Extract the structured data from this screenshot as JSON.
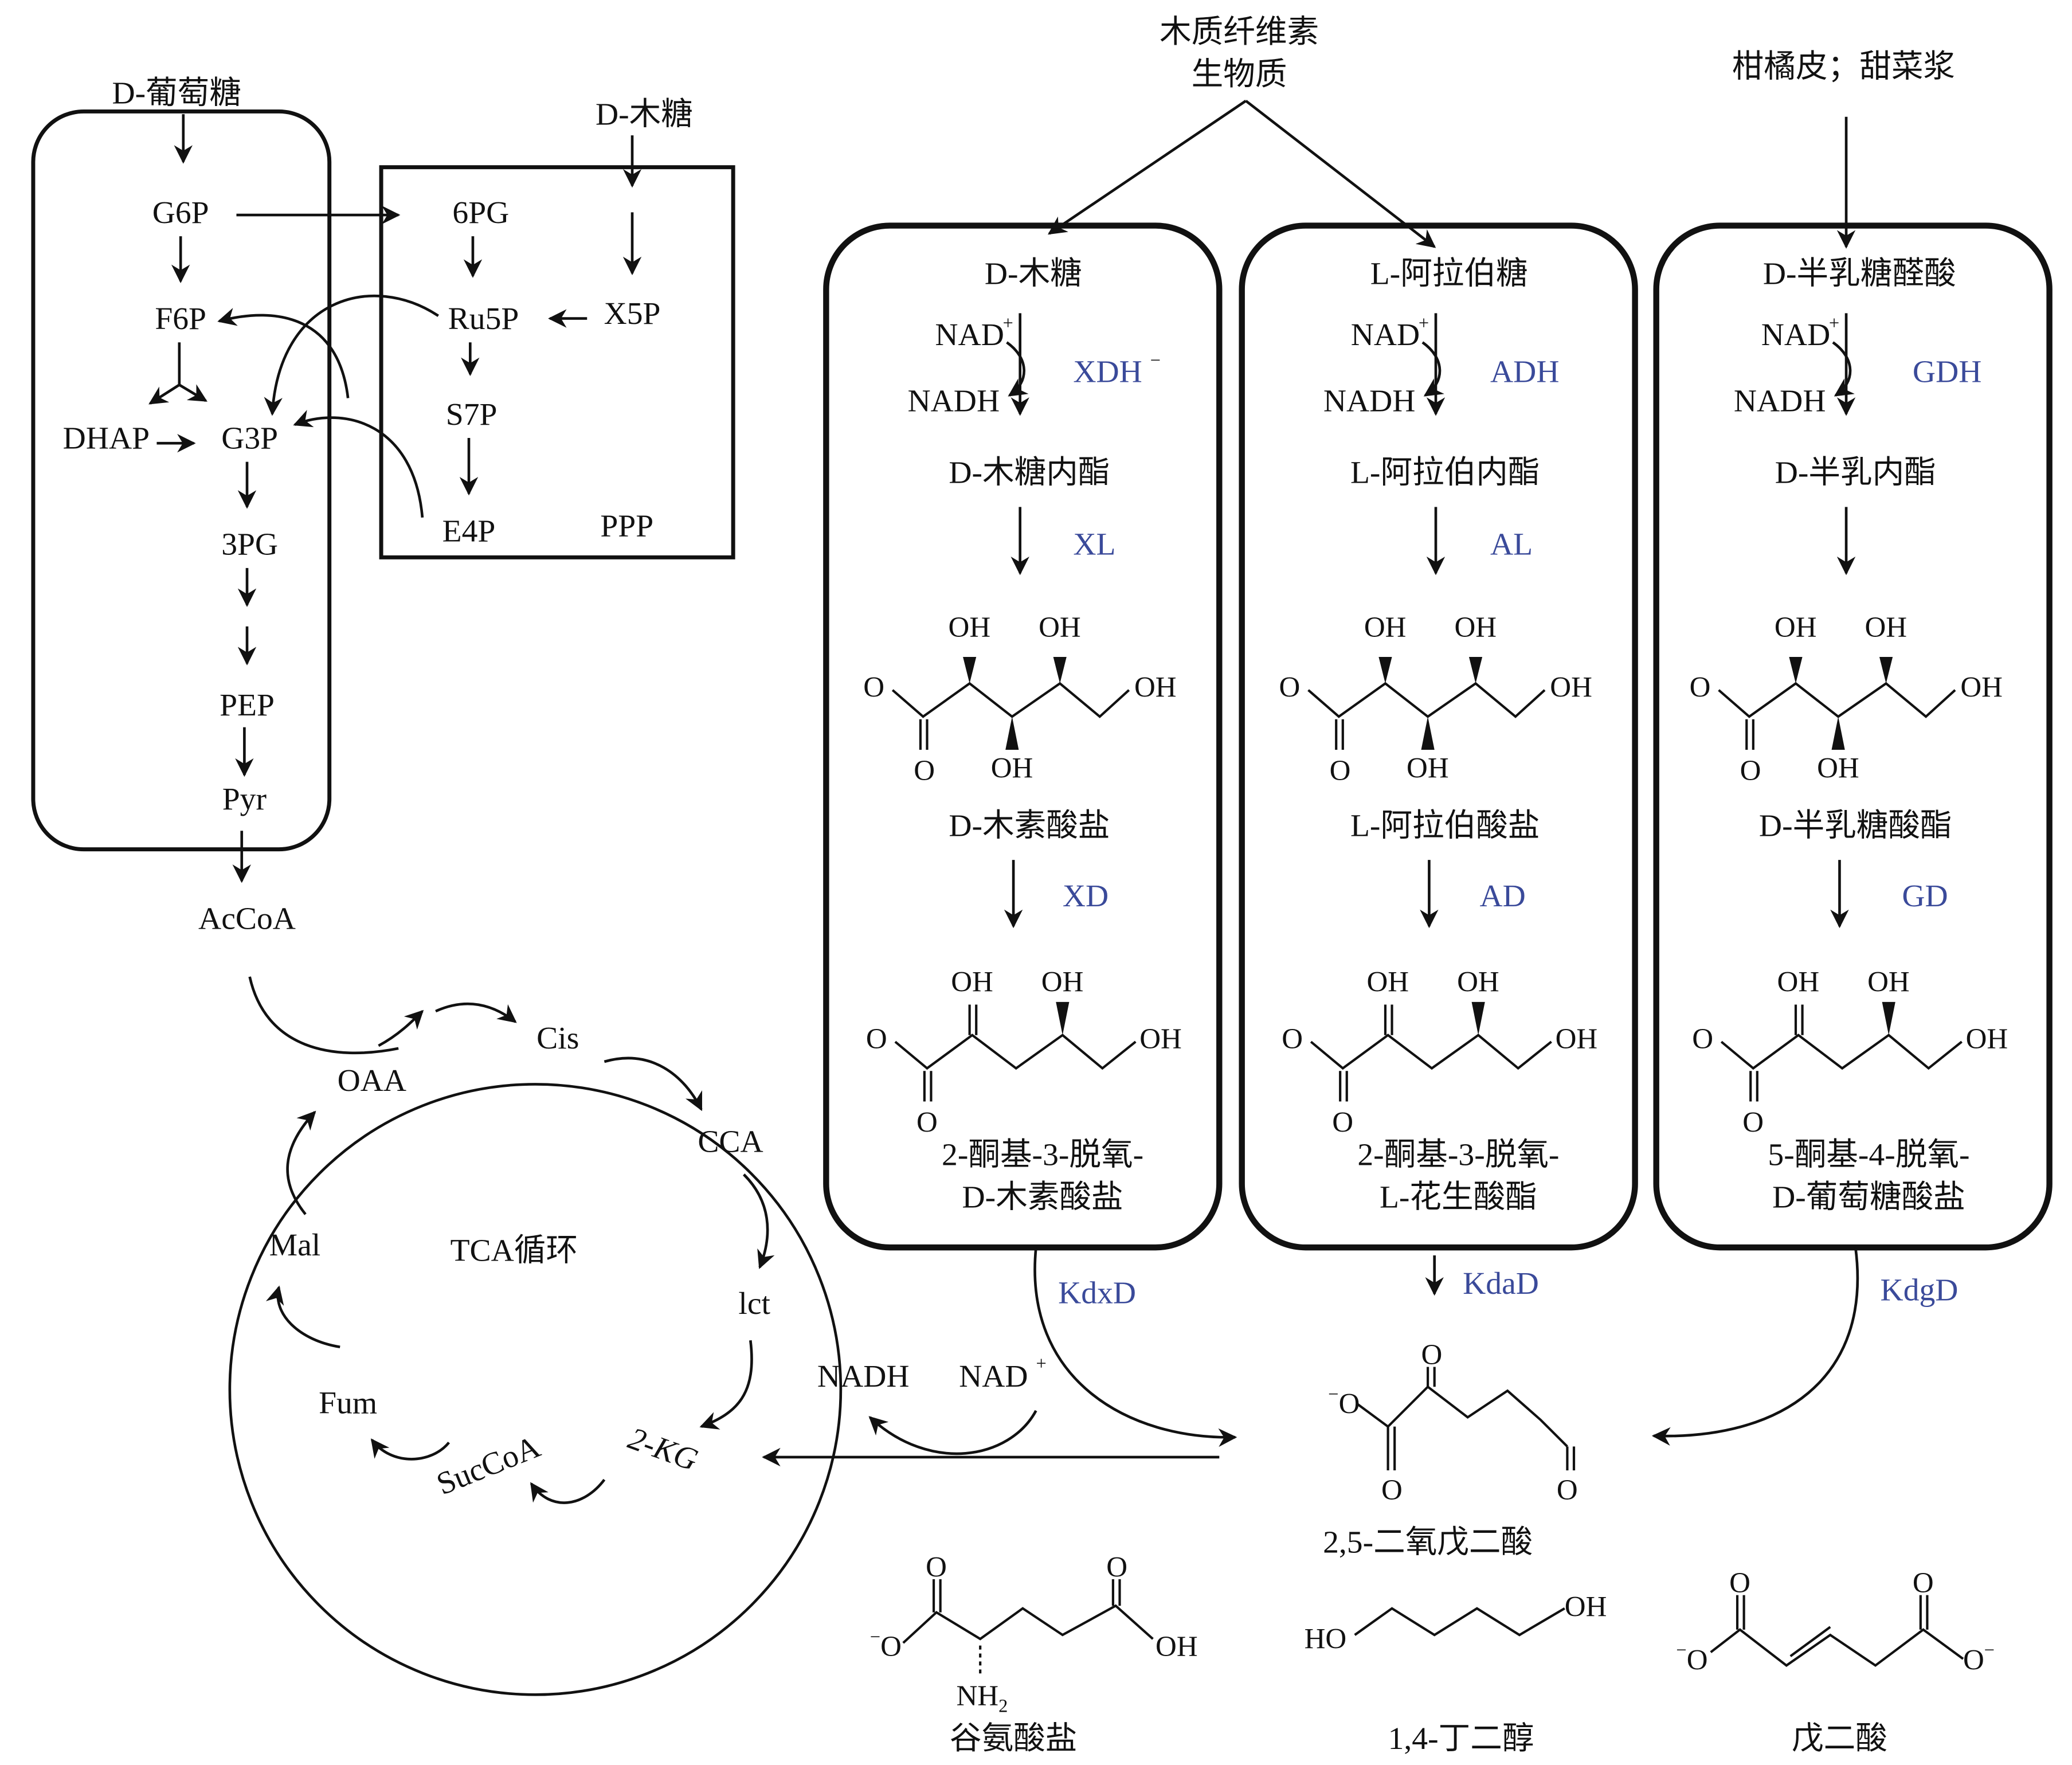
{
  "colors": {
    "enzyme": "#3a4a9a",
    "ink": "#111111",
    "background": "#ffffff"
  },
  "sources": {
    "glucose": "D-葡萄糖",
    "xylose_left": "D-木糖",
    "lignocellulose_line1": "木质纤维素",
    "lignocellulose_line2": "生物质",
    "pectin": "柑橘皮；甜菜浆"
  },
  "glycolysis": {
    "nodes": [
      "G6P",
      "F6P",
      "DHAP",
      "G3P",
      "3PG",
      "PEP",
      "Pyr"
    ],
    "exit": "AcCoA"
  },
  "ppp": {
    "label": "PPP",
    "nodes": [
      "6PG",
      "Ru5P",
      "X5P",
      "S7P",
      "E4P"
    ]
  },
  "tca": {
    "title": "TCA循环",
    "nodes": [
      "Cis",
      "CCA",
      "lct",
      "2-KG",
      "SucCoA",
      "Fum",
      "Mal",
      "OAA"
    ]
  },
  "cofactor": {
    "nad": "NAD",
    "nadh": "NADH",
    "plus": "+",
    "minus": "−",
    "o_minus": "O",
    "oh": "OH",
    "o": "O",
    "ho": "HO",
    "nh2": "NH",
    "sub2": "2"
  },
  "pathways": [
    {
      "start": "D-木糖",
      "enzyme1": "XDH",
      "enzyme1_sup": "−",
      "intermediate1": "D-木糖内酯",
      "enzyme2": "XL",
      "intermediate2": "D-木素酸盐",
      "enzyme3": "XD",
      "product_line1": "2-酮基-3-脱氧-",
      "product_line2": "D-木素酸盐",
      "enzyme4": "KdxD"
    },
    {
      "start": "L-阿拉伯糖",
      "enzyme1": "ADH",
      "enzyme1_sup": "",
      "intermediate1": "L-阿拉伯内酯",
      "enzyme2": "AL",
      "intermediate2": "L-阿拉伯酸盐",
      "enzyme3": "AD",
      "product_line1": "2-酮基-3-脱氧-",
      "product_line2": "L-花生酸酯",
      "enzyme4": "KdaD"
    },
    {
      "start": "D-半乳糖醛酸",
      "enzyme1": "GDH",
      "enzyme1_sup": "",
      "intermediate1": "D-半乳内酯",
      "enzyme2": "",
      "intermediate2": "D-半乳糖酸酯",
      "enzyme3": "GD",
      "product_line1": "5-酮基-4-脱氧-",
      "product_line2": "D-葡萄糖酸盐",
      "enzyme4": "KdgD"
    }
  ],
  "convergence": {
    "product": "2,5-二氧戊二酸",
    "nadh": "NADH",
    "nad": "NAD"
  },
  "products": [
    {
      "name": "谷氨酸盐"
    },
    {
      "name": "1,4-丁二醇"
    },
    {
      "name": "戊二酸"
    }
  ]
}
